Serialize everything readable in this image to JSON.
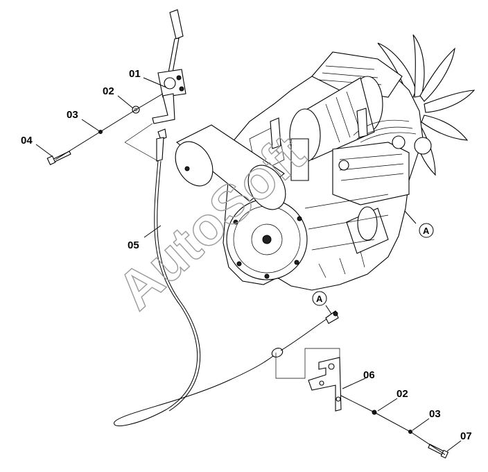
{
  "labels": {
    "p01": "01",
    "p02_top": "02",
    "p03_top": "03",
    "p04": "04",
    "p05": "05",
    "p06": "06",
    "p02_bottom": "02",
    "p03_bottom": "03",
    "p07": "07",
    "ref_a_engine": "A",
    "ref_a_cable": "A"
  },
  "watermark": "AutoSoft"
}
